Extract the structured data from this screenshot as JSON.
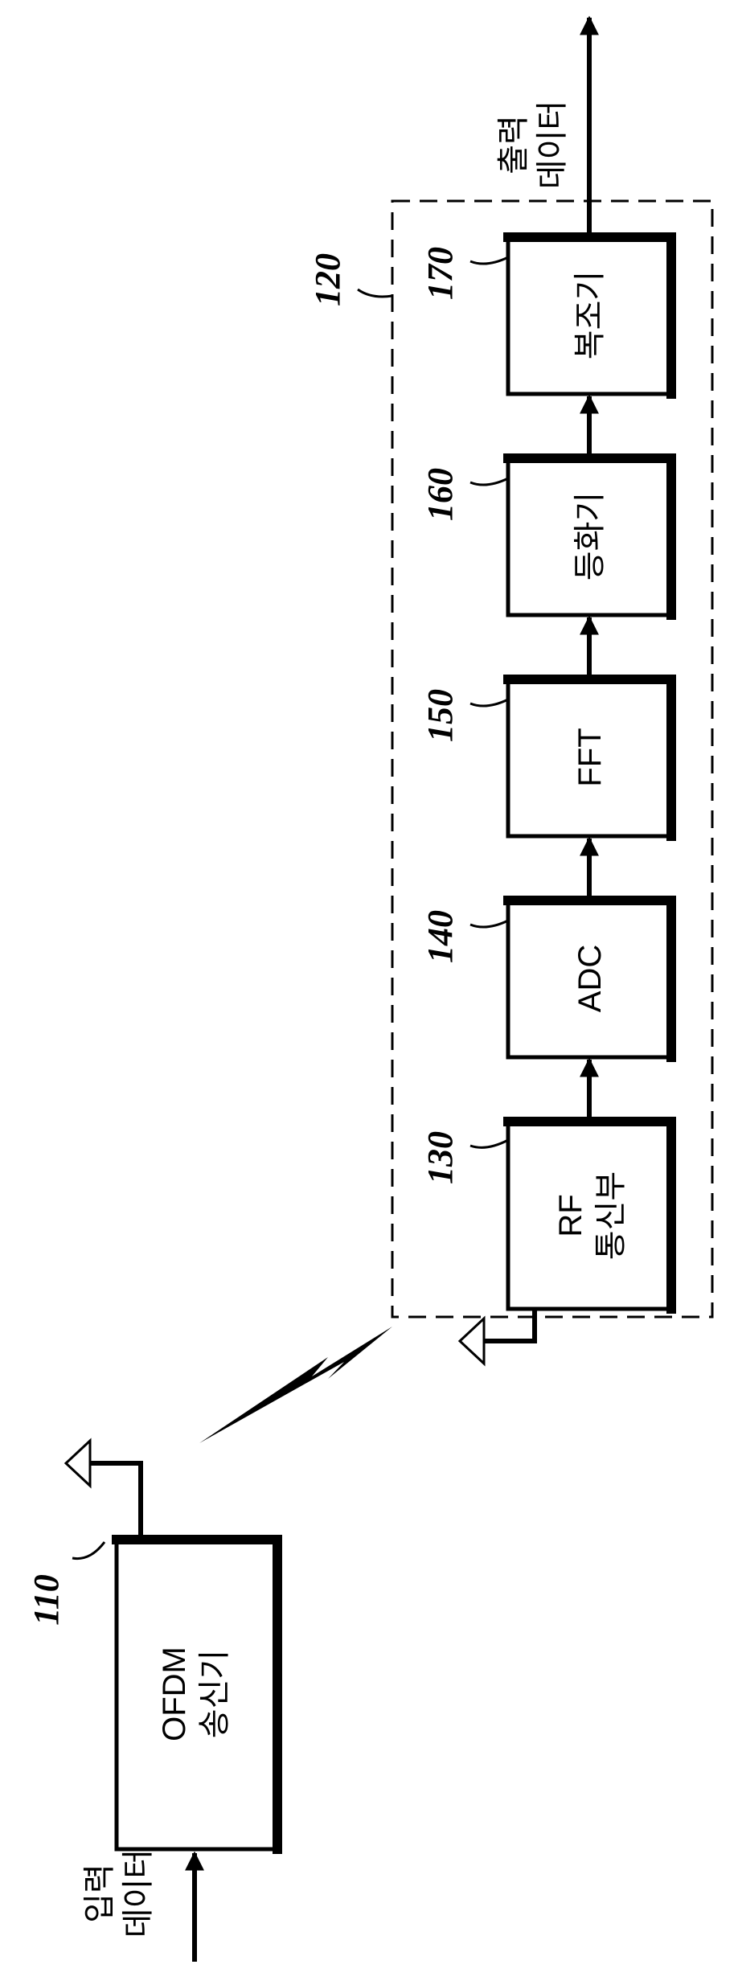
{
  "diagram": {
    "input_label": [
      "입력",
      "데이터"
    ],
    "output_label": [
      "출력",
      "데이터"
    ],
    "transmitter": {
      "ref": "110",
      "label": [
        "OFDM",
        "송신기"
      ]
    },
    "receiver": {
      "ref": "120"
    },
    "blocks": [
      {
        "ref": "130",
        "label": [
          "RF",
          "통신부"
        ]
      },
      {
        "ref": "140",
        "label": [
          "ADC"
        ]
      },
      {
        "ref": "150",
        "label": [
          "FFT"
        ]
      },
      {
        "ref": "160",
        "label": [
          "등화기"
        ]
      },
      {
        "ref": "170",
        "label": [
          "복조기"
        ]
      }
    ]
  }
}
